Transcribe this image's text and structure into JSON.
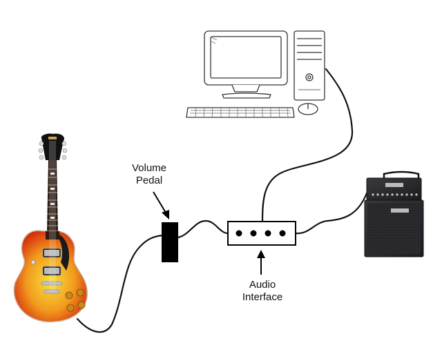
{
  "labels": {
    "volume_pedal": [
      "Volume",
      "Pedal"
    ],
    "audio_interface": [
      "Audio",
      "Interface"
    ]
  },
  "icons": {
    "guitar": "electric-guitar-icon",
    "computer": "desktop-computer-icon",
    "amplifier": "guitar-amplifier-icon"
  },
  "colors": {
    "cable": "#111111",
    "pedal": "#000000",
    "guitar_body_center": "#f5d52a",
    "guitar_body_edge": "#d92a10",
    "amp": "#2a2a2d"
  }
}
